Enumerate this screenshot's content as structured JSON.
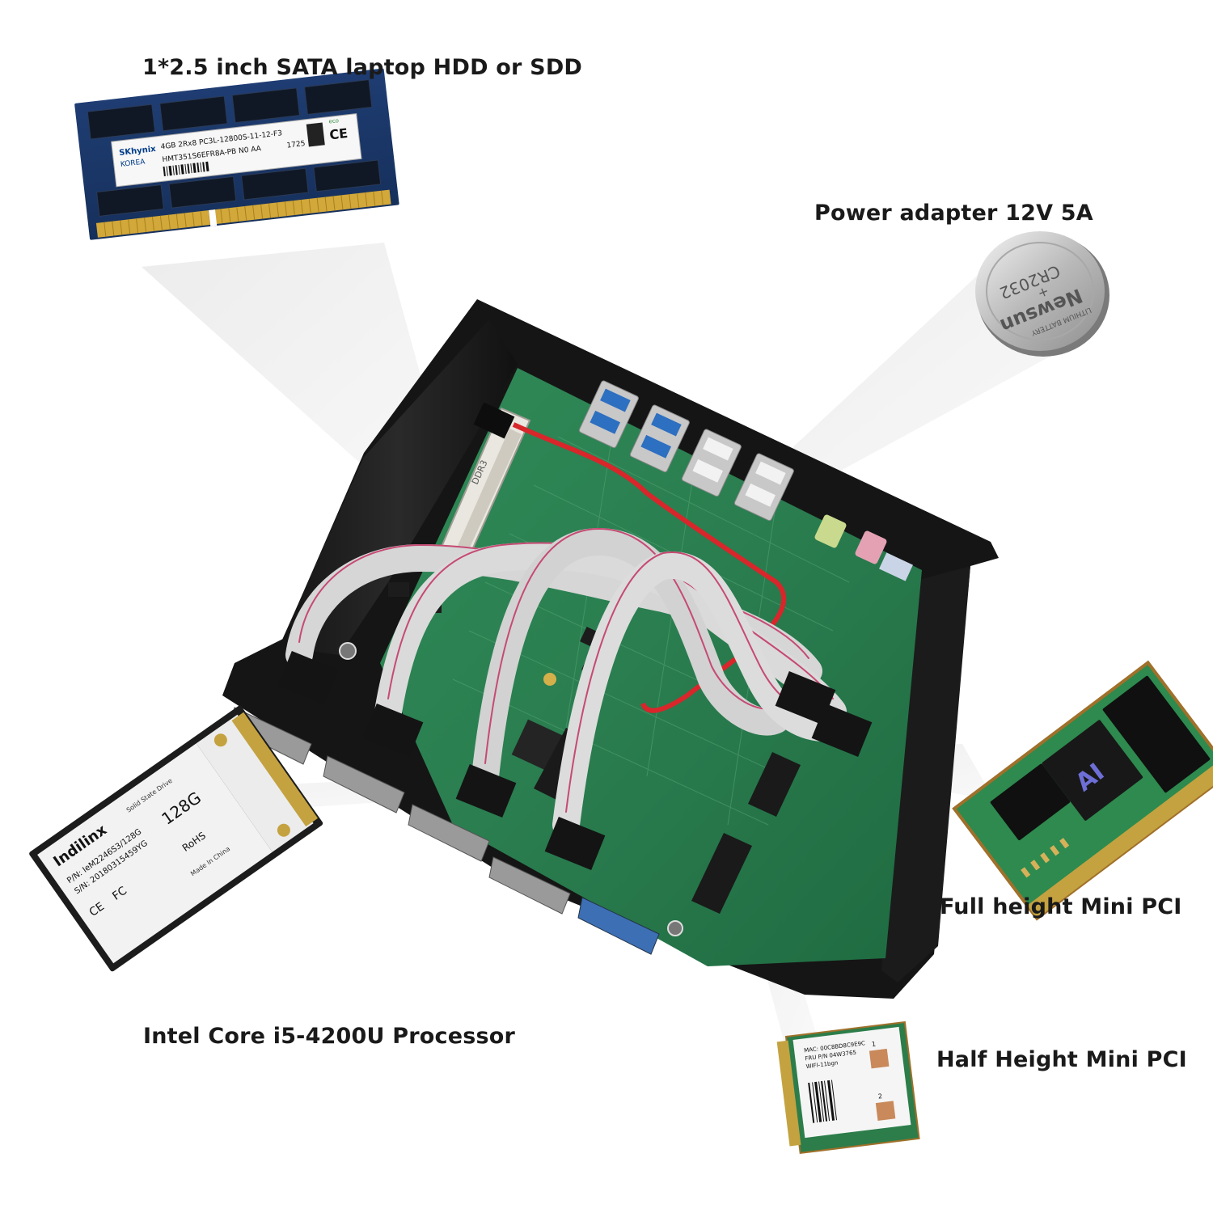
{
  "labels": {
    "ram": "1*2.5 inch SATA laptop HDD or SDD",
    "battery": "Power adapter 12V 5A",
    "ssd": "Intel Core i5-4200U Processor",
    "full_mini": "Full height Mini PCI",
    "half_mini": "Half Height Mini PCI"
  },
  "ram_module": {
    "brand": "SKhynix",
    "origin": "KOREA",
    "spec": "4GB 2Rx8 PC3L-12800S-11-12-F3",
    "part": "HMT351S6EFR8A-PB N0 AA",
    "code": "1725",
    "mark": "CE",
    "eco": "eco"
  },
  "coin_cell": {
    "brand": "Newsun",
    "line": "LITHIUM BATTERY",
    "model": "CR2032",
    "sign": "+"
  },
  "msata": {
    "brand": "Indilinx",
    "type": "Solid State Drive",
    "pn": "P/N: IeM2246S3/128G",
    "sn": "S/N: 20180315459YG",
    "capacity": "128G",
    "rohs": "RoHS",
    "ce": "CE",
    "fc": "FC",
    "made": "Made In China"
  },
  "full_card": {
    "chip": "AI"
  },
  "half_card": {
    "mac": "MAC: 00C8BD8C9E9C",
    "line2": "FRU P/N 04W3765",
    "line3": "WIFI-11bgn",
    "ant1": "1",
    "ant2": "2"
  }
}
